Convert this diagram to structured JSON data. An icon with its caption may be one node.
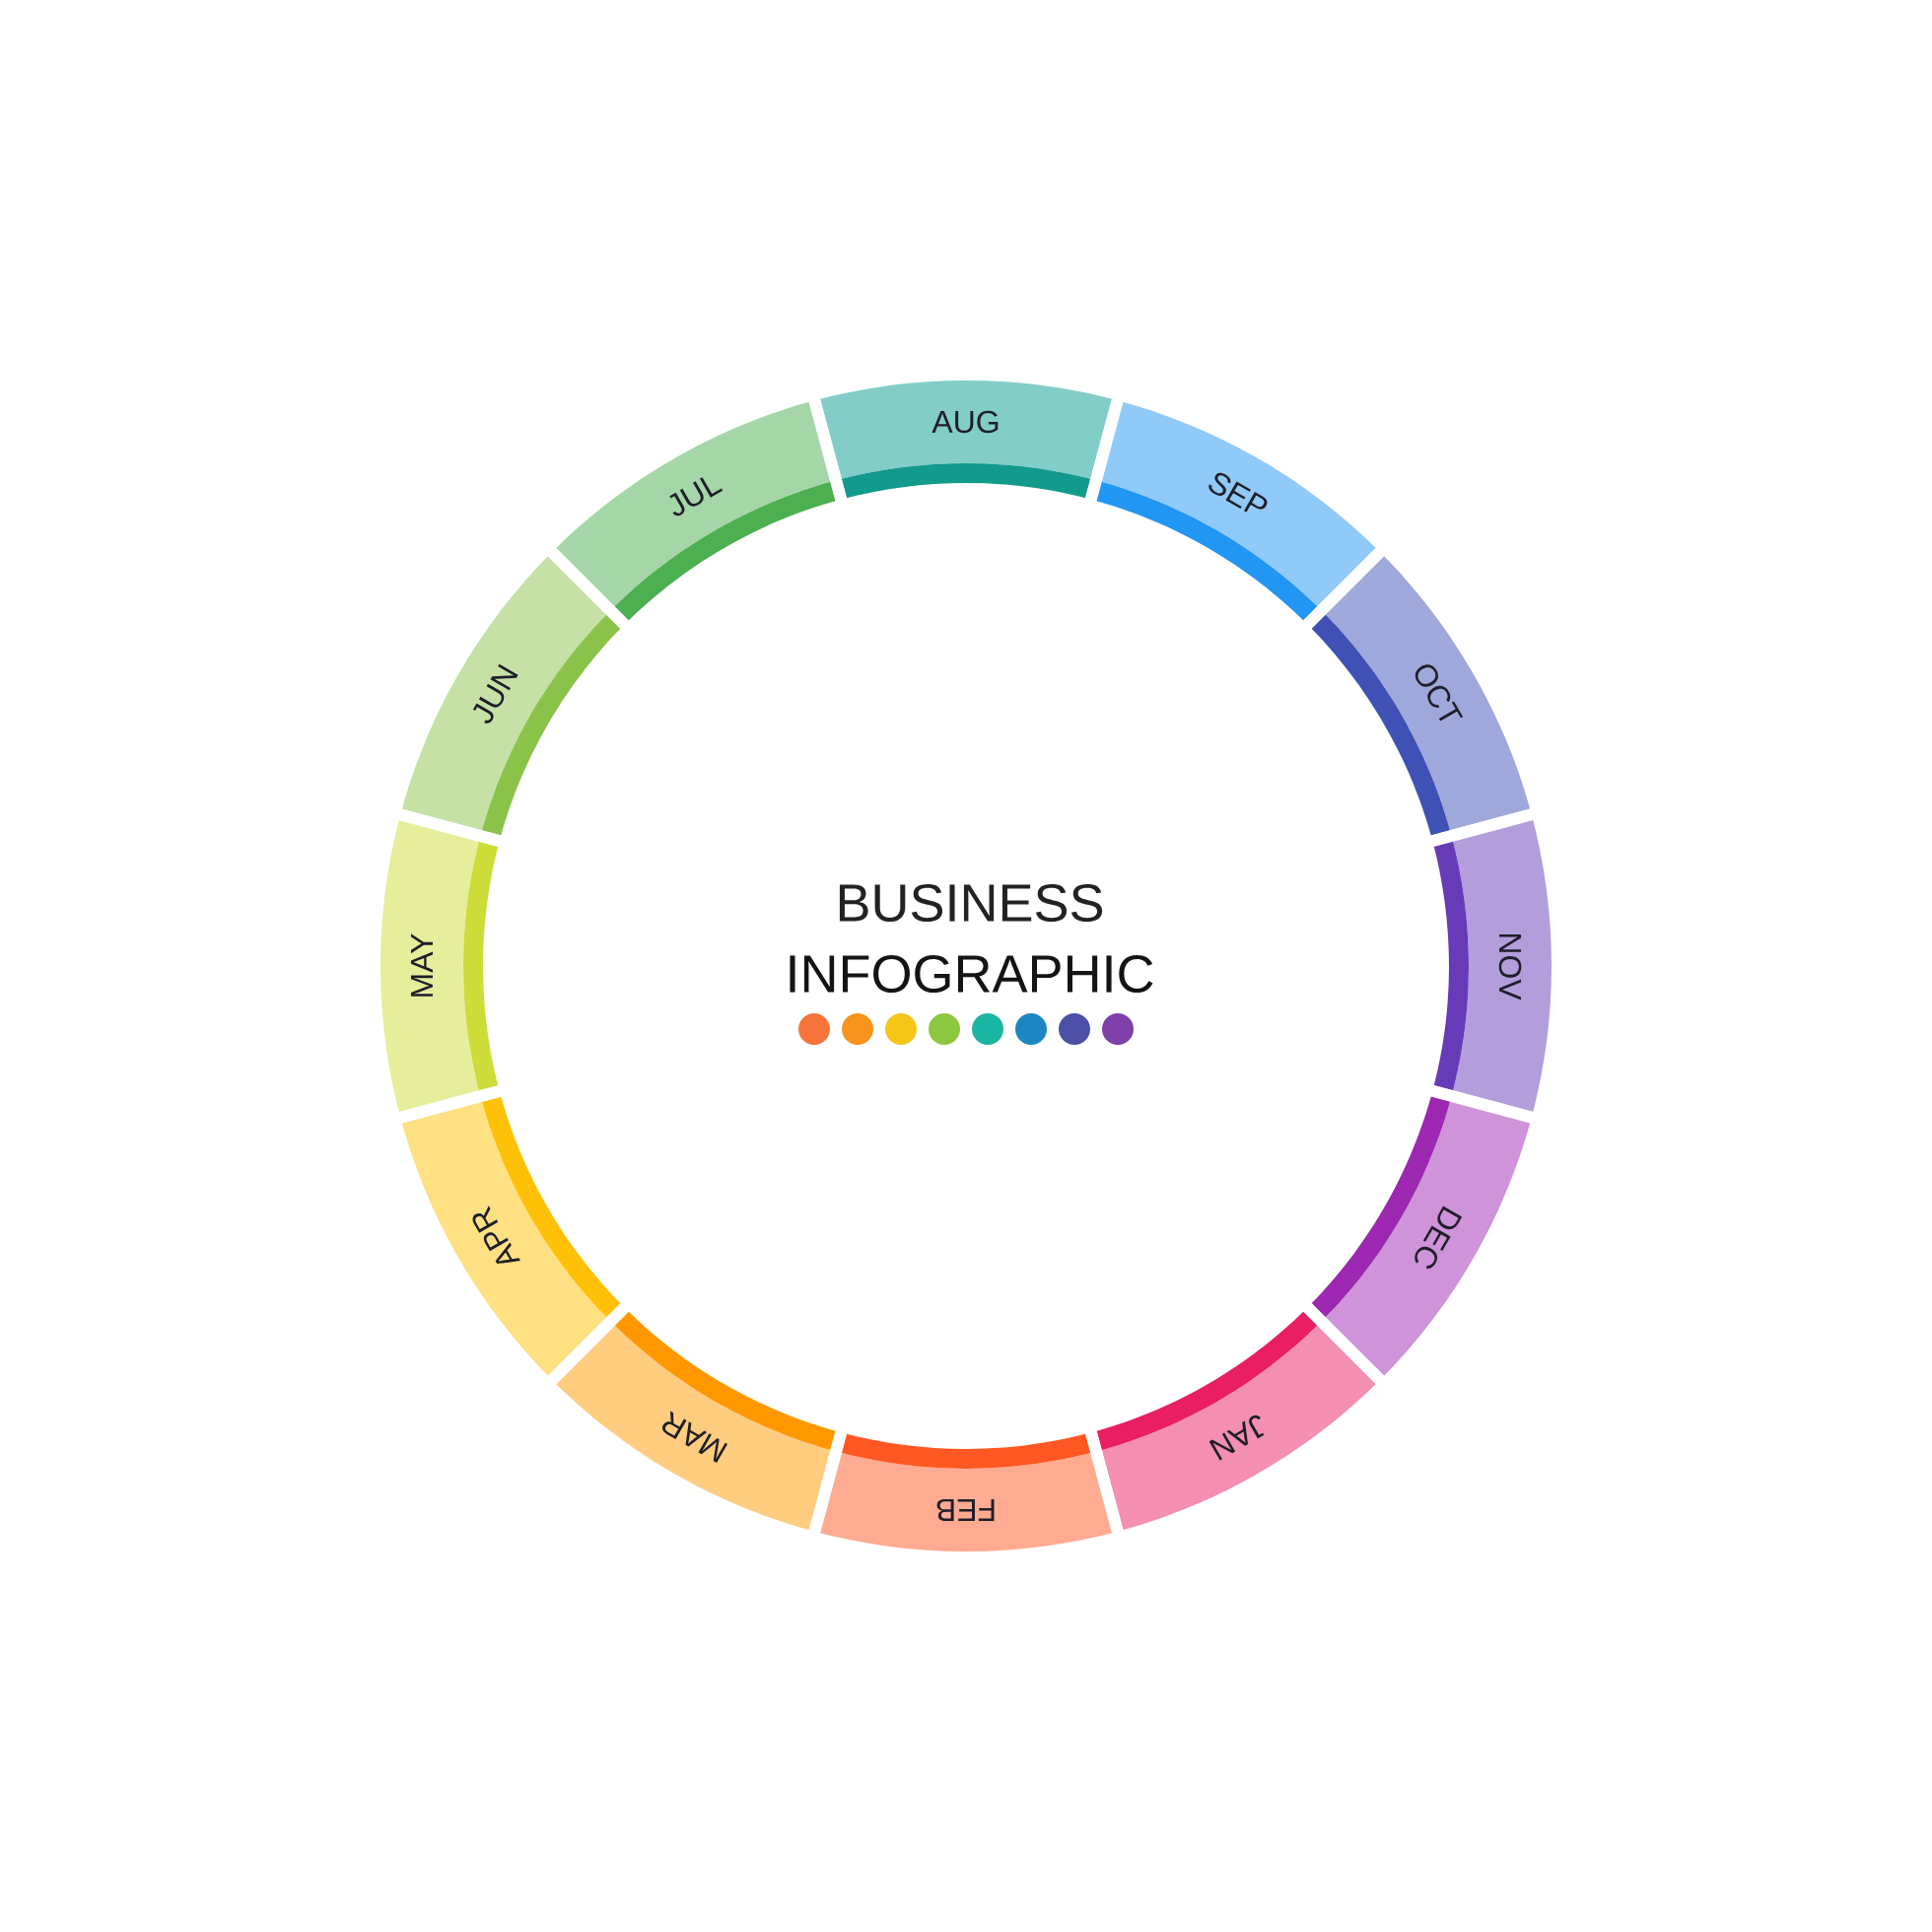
{
  "diagram": {
    "nodes": [
      {
        "text": [
          "AUG"
        ]
      },
      {
        "text": [
          "SEP"
        ]
      },
      {
        "text": [
          "OCT"
        ]
      },
      {
        "text": [
          "NOV"
        ]
      },
      {
        "text": [
          "DEC"
        ]
      },
      {
        "text": [
          "JAN"
        ]
      },
      {
        "text": [
          "FEB"
        ]
      },
      {
        "text": [
          "MAR"
        ]
      },
      {
        "text": [
          "APR"
        ]
      },
      {
        "text": [
          "MAY"
        ]
      },
      {
        "text": [
          "JUN"
        ]
      },
      {
        "text": [
          "JUL"
        ]
      }
    ],
    "labels": [
      "BUSINESS",
      "INFOGRAPHIC"
    ]
  }
}
